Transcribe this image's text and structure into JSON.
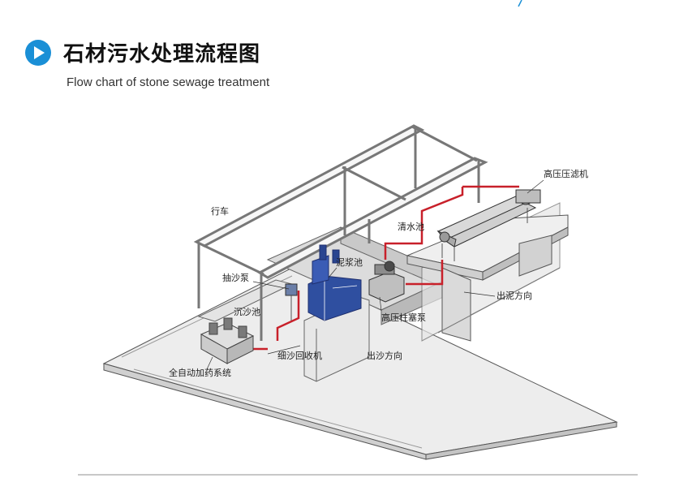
{
  "header": {
    "title": "石材污水处理流程图",
    "subtitle": "Flow chart of stone sewage treatment",
    "accent_color": "#1a8fd6"
  },
  "diagram": {
    "labels": {
      "crane": "行车",
      "clear_water_pool": "清水池",
      "high_pressure_filter_press": "高压压滤机",
      "slurry_pool": "泥浆池",
      "sand_pump": "抽沙泵",
      "sedimentation_pool": "沉沙池",
      "mud_outlet_direction": "出泥方向",
      "plunger_pump": "高压柱塞泵",
      "fine_sand_recycler": "细沙回收机",
      "sand_outlet_direction": "出沙方向",
      "auto_dosing_system": "全自动加药系统"
    },
    "pipe_color": "#c8202a",
    "machine_color": "#2f4fa0"
  }
}
